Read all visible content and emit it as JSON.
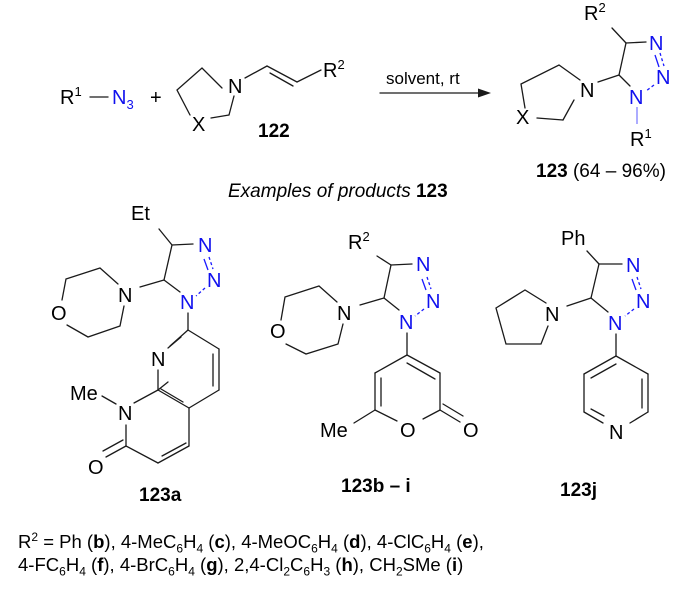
{
  "reaction": {
    "reagent1": {
      "r_label": "R",
      "r_index": "1",
      "azide": "N",
      "azide_sub": "3"
    },
    "plus": "+",
    "reagent2": {
      "n": "N",
      "x": "X",
      "r_label": "R",
      "r_index": "2",
      "compound_id": "122"
    },
    "conditions": "solvent, rt",
    "product": {
      "r2_label": "R",
      "r2_index": "2",
      "r1_label": "R",
      "r1_index": "1",
      "n": "N",
      "x": "X",
      "compound_id": "123",
      "yield": "(64 – 96%)"
    }
  },
  "examples_heading": {
    "text": "Examples of products ",
    "compound_id": "123"
  },
  "examples": [
    {
      "id": "123a",
      "substituent": "Et",
      "amine_o": "O",
      "amine_n": "N",
      "n_atom": "N",
      "me": "Me",
      "ring_n": "N",
      "carbonyl_o": "O"
    },
    {
      "id": "123b – i",
      "substituent_label": "R",
      "substituent_index": "2",
      "amine_o": "O",
      "amine_n": "N",
      "me": "Me",
      "ring_o": "O",
      "carbonyl_o": "O"
    },
    {
      "id": "123j",
      "substituent": "Ph",
      "amine_n": "N",
      "pyridine_n": "N"
    }
  ],
  "triazole_n": "N",
  "legend": {
    "r_label": "R",
    "r_index": "2",
    "eq": " = ",
    "line1": [
      {
        "t": "Ph (",
        "b": "b",
        "e": "), "
      },
      {
        "t": "4-MeC₆H₄ (",
        "b": "c",
        "e": "), "
      },
      {
        "t": "4-MeOC₆H₄ (",
        "b": "d",
        "e": "), "
      },
      {
        "t": "4-ClC₆H₄ (",
        "b": "e",
        "e": "),"
      }
    ],
    "line2": [
      {
        "t": "4-FC₆H₄ (",
        "b": "f",
        "e": "), "
      },
      {
        "t": "4-BrC₆H₄ (",
        "b": "g",
        "e": "), "
      },
      {
        "t": "2,4-Cl₂C₆H₃ (",
        "b": "h",
        "e": "), "
      },
      {
        "t": "CH₂SMe (",
        "b": "i",
        "e": ")"
      }
    ]
  },
  "colors": {
    "nitrogen": "#1010ee",
    "bond": "#1a1a1a"
  }
}
